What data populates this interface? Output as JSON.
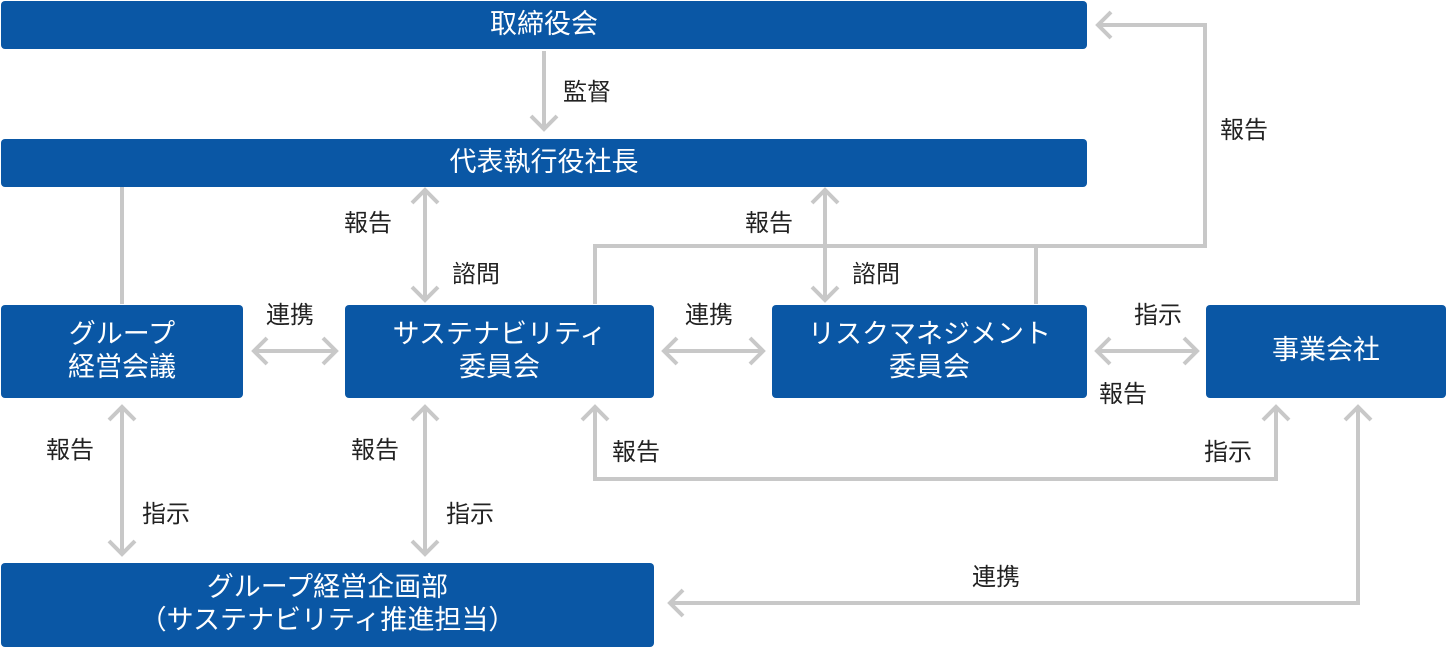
{
  "colors": {
    "box": "#0a57a5",
    "box_text": "#ffffff",
    "connector": "#c8c8c8",
    "label": "#222222"
  },
  "nodes": {
    "board": "取締役会",
    "ceo": "代表執行役社長",
    "group_mgmt": [
      "グループ",
      "経営会議"
    ],
    "sustainability": [
      "サステナビリティ",
      "委員会"
    ],
    "risk": [
      "リスクマネジメント",
      "委員会"
    ],
    "companies": "事業会社",
    "planning": [
      "グループ経営企画部",
      "（サステナビリティ推進担当）"
    ]
  },
  "labels": {
    "supervision": "監督",
    "risk_report_board": "報告",
    "sus_report_ceo": "報告",
    "sus_consult": "諮問",
    "risk_report_ceo": "報告",
    "risk_consult": "諮問",
    "gm_sus_link": "連携",
    "sus_risk_link": "連携",
    "risk_co_instruct": "指示",
    "co_risk_report": "報告",
    "gm_report": "報告",
    "gm_instruct": "指示",
    "sus_plan_report": "報告",
    "sus_plan_instruct": "指示",
    "co_sus_report": "報告",
    "sus_co_instruct": "指示",
    "plan_co_link": "連携"
  }
}
